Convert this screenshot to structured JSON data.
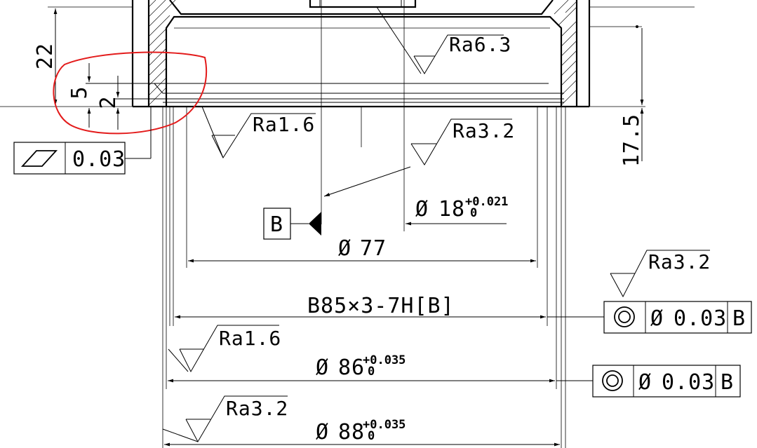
{
  "drawing": {
    "dims": {
      "d22": "22",
      "d5": "5",
      "d2": "2",
      "d17_5": "17.5",
      "dia18": "18",
      "dia18_tol_upper": "+0.021",
      "dia18_tol_lower": "0",
      "dia77": "77",
      "spline": "B85×3-7H[B]",
      "dia86": "86",
      "dia86_tol_upper": "+0.035",
      "dia86_tol_lower": "0",
      "dia88": "88",
      "dia88_tol_upper": "+0.035",
      "dia88_tol_lower": "0",
      "dia_symbol": "Ø"
    },
    "roughness": {
      "r1": "Ra6.3",
      "r2": "Ra1.6",
      "r3": "Ra3.2",
      "r4": "Ra3.2",
      "r5": "Ra1.6",
      "r6": "Ra3.2"
    },
    "flatness_frame": {
      "symbol": "flatness-parallelogram",
      "value": "0.03"
    },
    "datum": {
      "letter": "B"
    },
    "concentricity_frame_1": {
      "symbol": "concentric-circles",
      "dia_symbol": "Ø",
      "value": "0.03",
      "datum": "B"
    },
    "concentricity_frame_2": {
      "symbol": "concentric-circles",
      "dia_symbol": "Ø",
      "value": "0.03",
      "datum": "B"
    },
    "annotation_color": "#e31b1b"
  }
}
